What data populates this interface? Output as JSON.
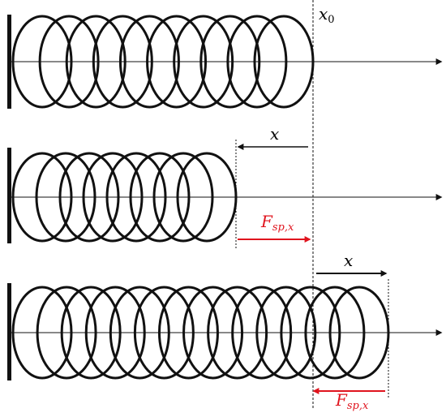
{
  "labels": {
    "equilibrium_main": "x",
    "equilibrium_sub": "0",
    "compressed_displacement": "x",
    "compressed_force_main": "F",
    "compressed_force_sub": "sp,x",
    "stretched_displacement": "x",
    "stretched_force_main": "F",
    "stretched_force_sub": "sp,x"
  },
  "colors": {
    "spring": "#111111",
    "axis": "#111111",
    "displacement_arrow": "#111111",
    "force_arrow": "#e0141e",
    "reference_line": "#111111"
  }
}
